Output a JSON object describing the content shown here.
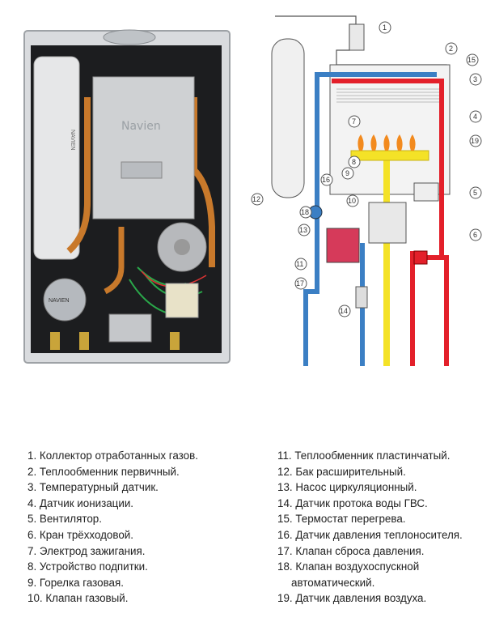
{
  "photo": {
    "panel_text": "Navien",
    "side_label": "NAVIEN",
    "fan_label": "NAVIEN"
  },
  "scheme": {
    "callout_numbers": [
      "1",
      "2",
      "3",
      "4",
      "5",
      "6",
      "7",
      "8",
      "9",
      "10",
      "11",
      "12",
      "13",
      "14",
      "15",
      "16",
      "17",
      "18",
      "19"
    ]
  },
  "legend": {
    "left": [
      {
        "text": "1. Коллектор отработанных газов."
      },
      {
        "text": "2. Теплообменник первичный."
      },
      {
        "text": "3. Температурный датчик."
      },
      {
        "text": "4. Датчик ионизации."
      },
      {
        "text": "5. Вентилятор."
      },
      {
        "text": "6. Кран трёхходовой."
      },
      {
        "text": "7. Электрод зажигания."
      },
      {
        "text": "8. Устройство подпитки."
      },
      {
        "text": "9. Горелка газовая."
      },
      {
        "text": "10. Клапан газовый."
      }
    ],
    "right": [
      {
        "text": "11. Теплообменник пластинчатый."
      },
      {
        "text": "12. Бак расширительный."
      },
      {
        "text": "13. Насос циркуляционный."
      },
      {
        "text": "14. Датчик протока воды ГВС."
      },
      {
        "text": "15. Термостат перегрева."
      },
      {
        "text": "16. Датчик давления теплоносителя."
      },
      {
        "text": "17. Клапан сброса давления."
      },
      {
        "text": "18. Клапан воздухоспускной"
      },
      {
        "text": "автоматический."
      },
      {
        "text": "19. Датчик давления воздуха."
      }
    ]
  },
  "colors": {
    "hot_pipe": "#e3202a",
    "cold_pipe": "#3b7fc4",
    "gas_pipe": "#f4e227",
    "flame": "#f28a1e"
  }
}
